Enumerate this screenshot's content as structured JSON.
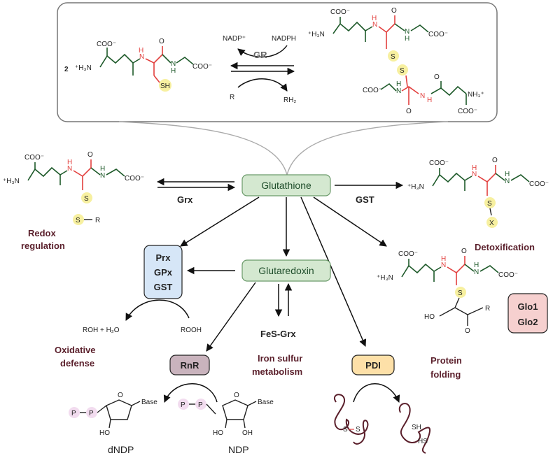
{
  "hub": {
    "label": "Glutathione"
  },
  "inset": {
    "coefficient": "2",
    "enzyme": "GR",
    "cofactor_left": "NADP⁺",
    "cofactor_right": "NADPH",
    "substrate": "R",
    "product": "RH₂",
    "atoms": {
      "coo": "COO⁻",
      "h3n": "⁺H₃N",
      "n": "N",
      "h": "H",
      "o": "O",
      "sh": "SH",
      "s": "S",
      "nh3": "NH₃⁺"
    }
  },
  "branches": {
    "grx": {
      "enzyme": "Grx",
      "label_line1": "Redox",
      "label_line2": "regulation",
      "r_group": "R"
    },
    "gst": {
      "enzyme": "GST",
      "label": "Detoxification",
      "x_group": "X"
    },
    "glutaredoxin": {
      "label": "Glutaredoxin"
    },
    "peroxidases": {
      "items": [
        "Prx",
        "GPx",
        "GST"
      ],
      "left_product": "ROH + H₂O",
      "right_substrate": "ROOH",
      "label_line1": "Oxidative",
      "label_line2": "defense"
    },
    "glyoxalase": {
      "items": [
        "Glo1",
        "Glo2"
      ],
      "atoms": {
        "ho": "HO",
        "r": "R"
      }
    },
    "fesgrx": {
      "label": "FeS-Grx",
      "caption_line1": "Iron sulfur",
      "caption_line2": "metabolism"
    },
    "rnr": {
      "label": "RnR",
      "product": "dNDP",
      "substrate": "NDP",
      "base": "Base",
      "p": "P",
      "ho": "HO",
      "oh": "OH"
    },
    "pdi": {
      "label": "PDI",
      "caption_line1": "Protein",
      "caption_line2": "folding",
      "s": "S",
      "sh": "SH",
      "hs": "HS"
    }
  },
  "colors": {
    "green_box": "#d4e8d0",
    "blue_box": "#d6e6f7",
    "pink_box": "#f6d0cf",
    "rnr_box": "#c9b3bd",
    "pdi_box": "#fde0a8",
    "glutathione_green": "#1e5a2a",
    "cysteine_red": "#e2403e",
    "sulfur_yellow": "#f7f0a0",
    "label_maroon": "#5a1f2b"
  }
}
